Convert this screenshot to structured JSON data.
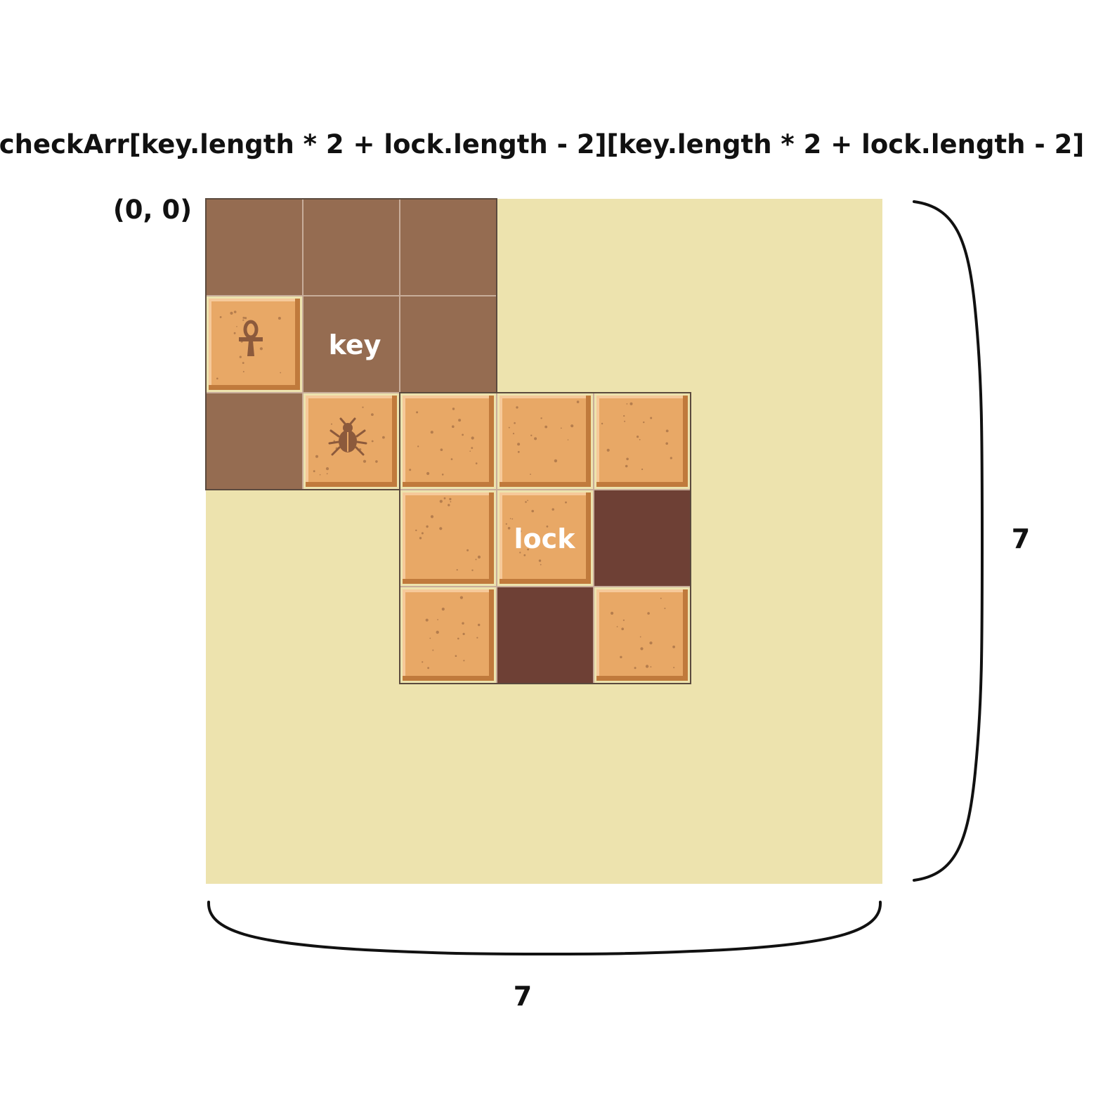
{
  "title": "checkArr[key.length * 2 + lock.length - 2][key.length * 2 + lock.length - 2]",
  "origin_label": "(0, 0)",
  "width_label": "7",
  "height_label": "7",
  "labels": {
    "key": "key",
    "lock": "lock"
  },
  "grid": {
    "size": 7
  },
  "key": {
    "size": 3,
    "offset": [
      0,
      0
    ],
    "cells": [
      [
        0,
        0,
        0
      ],
      [
        1,
        0,
        0
      ],
      [
        0,
        1,
        1
      ]
    ],
    "glyphs": [
      {
        "row": 1,
        "col": 0,
        "icon": "ankh-icon"
      },
      {
        "row": 2,
        "col": 1,
        "icon": "scarab-icon"
      },
      {
        "row": 2,
        "col": 2,
        "icon": "anubis-icon"
      }
    ]
  },
  "lock": {
    "size": 3,
    "offset": [
      2,
      2
    ],
    "cells": [
      [
        1,
        1,
        1
      ],
      [
        1,
        1,
        0
      ],
      [
        1,
        0,
        1
      ]
    ]
  },
  "colors": {
    "background": "#ede3ae",
    "key_empty": "#956c51",
    "lock_empty": "#6e4035",
    "tile_face": "#e8a866",
    "tile_shadow": "#c07a3c",
    "tile_highlight": "#f6c99a",
    "speckle": "#8a5a38",
    "glyph": "#8c5a3c",
    "grid_line": "#c8ad9a",
    "border": "#5b4a3e",
    "bracket": "#111111"
  }
}
